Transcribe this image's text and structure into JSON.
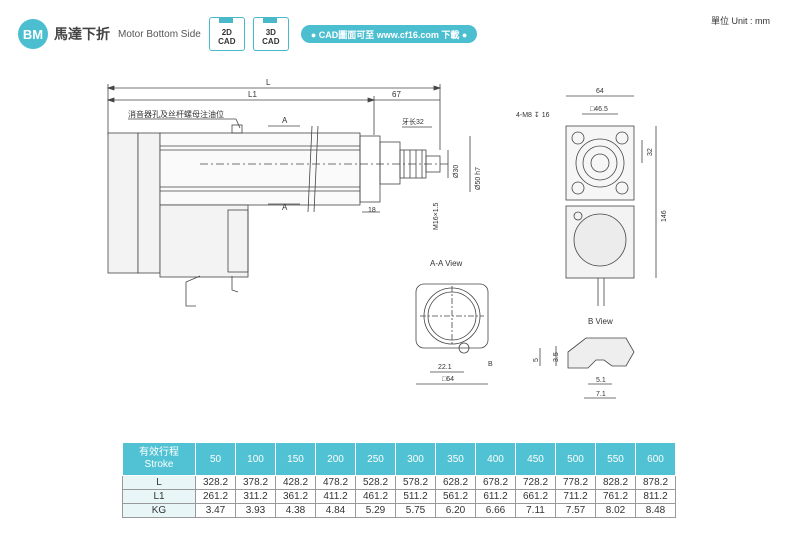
{
  "header": {
    "badge": "BM",
    "title_cn": "馬達下折",
    "title_en": "Motor Bottom Side",
    "cad_2d": [
      "2D",
      "CAD"
    ],
    "cad_3d": [
      "3D",
      "CAD"
    ],
    "cad_link": "● CAD圖面可至 www.cf16.com 下載 ●",
    "unit": "單位 Unit : mm"
  },
  "drawing": {
    "dim_L": "L",
    "dim_L1": "L1",
    "dim_67": "67",
    "note_lube": "消音器孔及丝杆螺母注油位",
    "section_A": "A",
    "tooth_len": "牙长32",
    "dim_18": "18",
    "dia_30": "Ø30",
    "dia_50": "Ø50 h7",
    "thread": "M16×1.5",
    "aa_view": "A-A View",
    "dim_22_1": "22.1",
    "sq_64": "□64",
    "label_B": "B",
    "end_64": "64",
    "sq_46_5": "□46.5",
    "m8": "4-M8 ↧ 16",
    "dim_32": "32",
    "dim_146": "146",
    "b_view": "B View",
    "dim_5": "5",
    "dim_3_5": "3.5",
    "dim_5_1": "5.1",
    "dim_7_1": "7.1"
  },
  "table": {
    "header_cn": "有效行程",
    "header_en": "Stroke",
    "strokes": [
      "50",
      "100",
      "150",
      "200",
      "250",
      "300",
      "350",
      "400",
      "450",
      "500",
      "550",
      "600"
    ],
    "rows": [
      {
        "label": "L",
        "values": [
          "328.2",
          "378.2",
          "428.2",
          "478.2",
          "528.2",
          "578.2",
          "628.2",
          "678.2",
          "728.2",
          "778.2",
          "828.2",
          "878.2"
        ]
      },
      {
        "label": "L1",
        "values": [
          "261.2",
          "311.2",
          "361.2",
          "411.2",
          "461.2",
          "511.2",
          "561.2",
          "611.2",
          "661.2",
          "711.2",
          "761.2",
          "811.2"
        ]
      },
      {
        "label": "KG",
        "values": [
          "3.47",
          "3.93",
          "4.38",
          "4.84",
          "5.29",
          "5.75",
          "6.20",
          "6.66",
          "7.11",
          "7.57",
          "8.02",
          "8.48"
        ]
      }
    ]
  }
}
